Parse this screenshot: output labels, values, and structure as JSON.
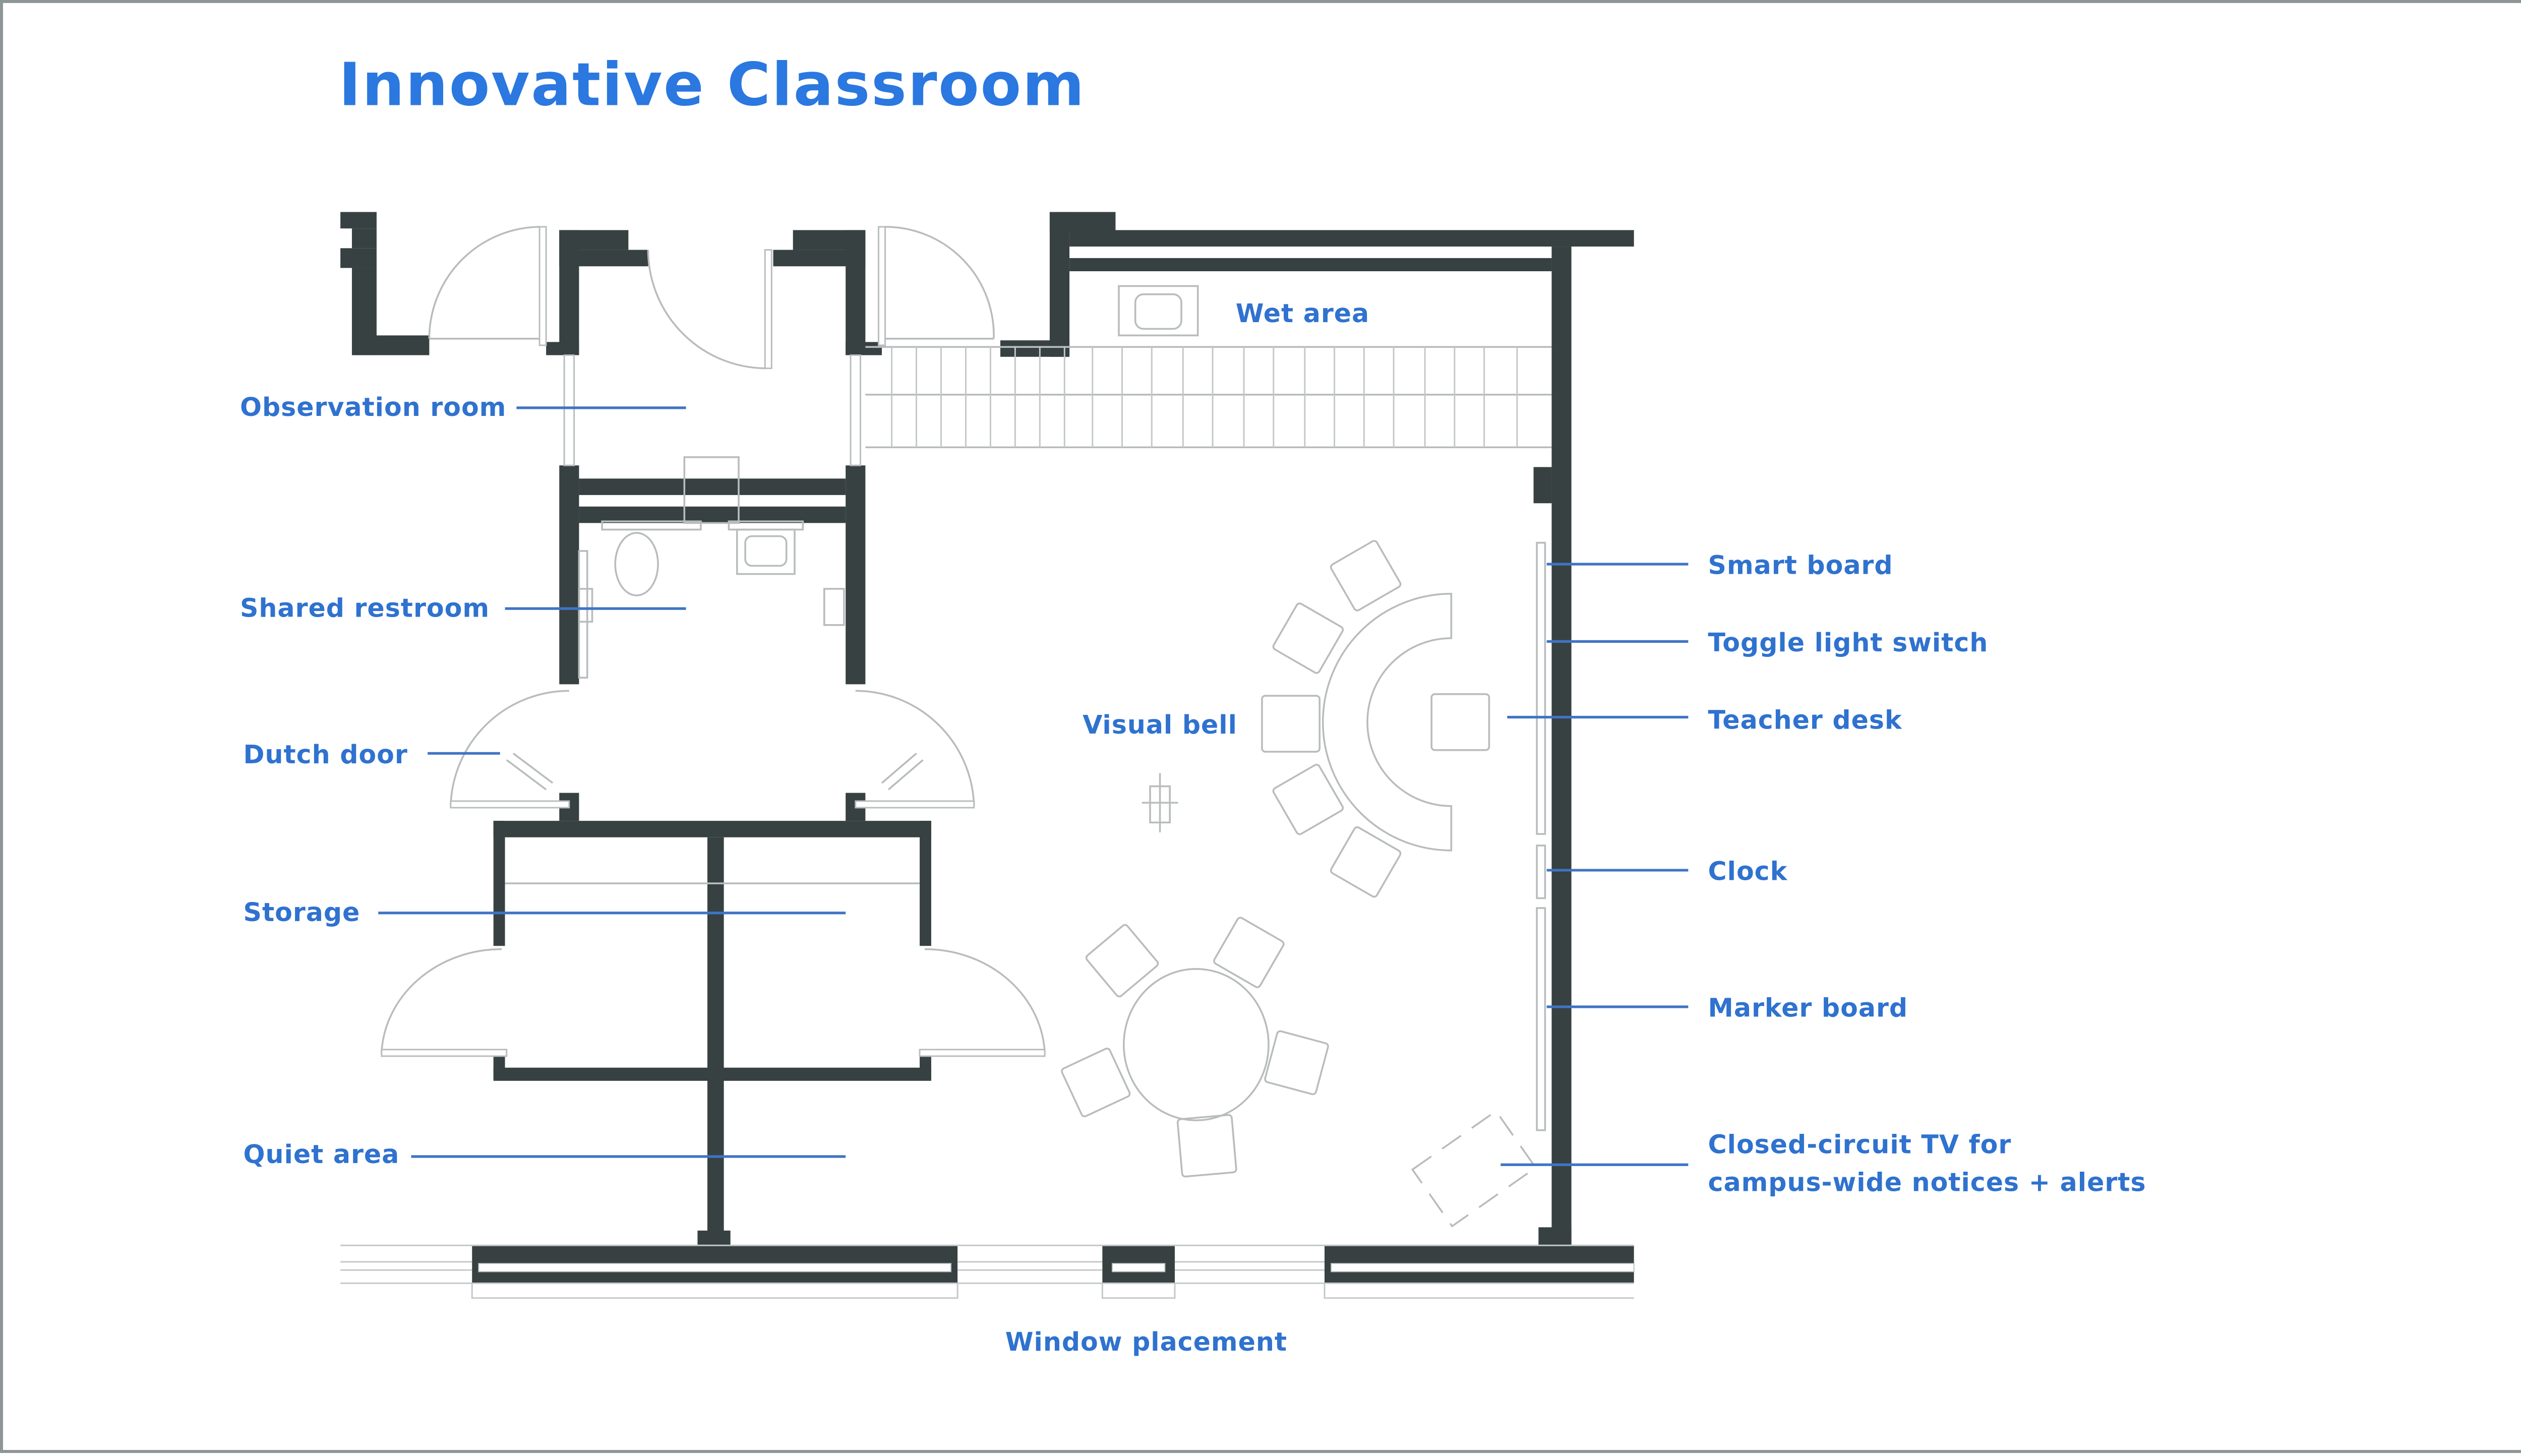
{
  "title": "Innovative Classroom",
  "colors": {
    "title": "#2a78e0",
    "label": "#2f72cf",
    "leader": "#3f74c4",
    "wall": "#374142",
    "fixture_line": "#b9bcbd",
    "border": "#8d9597"
  },
  "labels": {
    "observation_room": "Observation room",
    "shared_restroom": "Shared restroom",
    "dutch_door": "Dutch door",
    "storage": "Storage",
    "quiet_area": "Quiet area",
    "wet_area": "Wet area",
    "visual_bell": "Visual bell",
    "smart_board": "Smart board",
    "toggle_light_switch": "Toggle light switch",
    "teacher_desk": "Teacher desk",
    "clock": "Clock",
    "marker_board": "Marker board",
    "cctv_line1": "Closed-circuit TV for",
    "cctv_line2": "campus-wide notices + alerts",
    "window_placement": "Window placement"
  },
  "icons": {
    "sink": "sink-icon",
    "toilet": "toilet-icon",
    "visual_bell": "visual-bell-icon",
    "chair": "chair-icon",
    "round_table": "round-table-icon",
    "teacher_desk": "crescent-desk-icon",
    "tv": "tv-icon"
  }
}
